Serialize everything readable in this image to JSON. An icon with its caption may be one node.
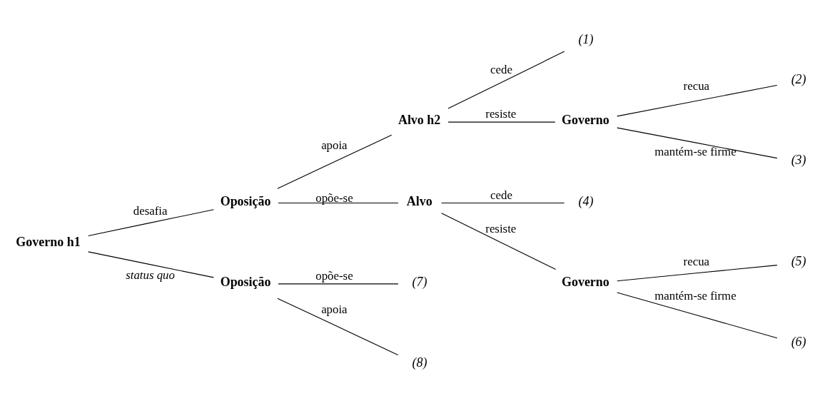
{
  "diagram": {
    "nodes": [
      {
        "text": [
          "Governo h1"
        ]
      },
      {
        "text": [
          "Oposição"
        ]
      },
      {
        "text": [
          "Alvo h2"
        ]
      },
      {
        "text": [
          "(1)"
        ]
      },
      {
        "text": [
          "Governo"
        ]
      },
      {
        "text": [
          "(2)"
        ]
      },
      {
        "text": [
          "(3)"
        ]
      },
      {
        "text": [
          "Alvo"
        ]
      },
      {
        "text": [
          "(4)"
        ]
      },
      {
        "text": [
          "Governo"
        ]
      },
      {
        "text": [
          "(5)"
        ]
      },
      {
        "text": [
          "(6)"
        ]
      },
      {
        "text": [
          "Oposição"
        ]
      },
      {
        "text": [
          "(7)"
        ]
      },
      {
        "text": [
          "(8)"
        ]
      }
    ],
    "edges": [
      {
        "from": 0,
        "to": 1,
        "arrow": "none",
        "label": "desafia"
      },
      {
        "from": 0,
        "to": 12,
        "arrow": "none",
        "label": "status quo"
      },
      {
        "from": 1,
        "to": 2,
        "arrow": "none",
        "label": "apoia"
      },
      {
        "from": 1,
        "to": 7,
        "arrow": "none",
        "label": "opõe-se"
      },
      {
        "from": 2,
        "to": 3,
        "arrow": "none",
        "label": "cede"
      },
      {
        "from": 2,
        "to": 4,
        "arrow": "none",
        "label": "resiste"
      },
      {
        "from": 4,
        "to": 5,
        "arrow": "none",
        "label": "recua"
      },
      {
        "from": 4,
        "to": 6,
        "arrow": "none",
        "label": "mantém-se firme"
      },
      {
        "from": 7,
        "to": 8,
        "arrow": "none",
        "label": "cede"
      },
      {
        "from": 7,
        "to": 9,
        "arrow": "none",
        "label": "resiste"
      },
      {
        "from": 9,
        "to": 10,
        "arrow": "none",
        "label": "recua"
      },
      {
        "from": 9,
        "to": 11,
        "arrow": "none",
        "label": "mantém-se firme"
      },
      {
        "from": 12,
        "to": 13,
        "arrow": "none",
        "label": "opõe-se"
      },
      {
        "from": 12,
        "to": 14,
        "arrow": "none",
        "label": "apoia"
      }
    ]
  }
}
